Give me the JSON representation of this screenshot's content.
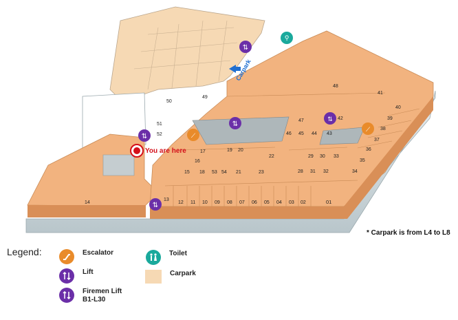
{
  "map": {
    "units": {
      "u01": "01",
      "u02": "02",
      "u03": "03",
      "u04": "04",
      "u05": "05",
      "u06": "06",
      "u07": "07",
      "u08": "08",
      "u09": "09",
      "u10": "10",
      "u11": "11",
      "u12": "12",
      "u13": "13",
      "u14": "14",
      "u15": "15",
      "u16": "16",
      "u17": "17",
      "u18": "18",
      "u19": "19",
      "u20": "20",
      "u21": "21",
      "u22": "22",
      "u23": "23",
      "u28": "28",
      "u29": "29",
      "u30": "30",
      "u31": "31",
      "u32": "32",
      "u33": "33",
      "u34": "34",
      "u35": "35",
      "u36": "36",
      "u37": "37",
      "u38": "38",
      "u39": "39",
      "u40": "40",
      "u41": "41",
      "u42": "42",
      "u43": "43",
      "u44": "44",
      "u45": "45",
      "u46": "46",
      "u47": "47",
      "u48": "48",
      "u49": "49",
      "u50": "50",
      "u51": "51",
      "u52": "52",
      "u53": "53",
      "u54": "54"
    },
    "carpark_label": "Carpark",
    "you_are_here": "You are here"
  },
  "note": "* Carpark is from L4 to L8",
  "legend": {
    "title": "Legend:",
    "escalator": "Escalator",
    "lift": "Lift",
    "firemen_lift_line1": "Firemen Lift",
    "firemen_lift_line2": "B1-L30",
    "toilet": "Toilet",
    "carpark": "Carpark"
  },
  "colors": {
    "shop": "#f2b37f",
    "shop_dark": "#d98f57",
    "carpark": "#f6d9b4",
    "escalator": "#e98b2a",
    "lift": "#6b2fa8",
    "toilet": "#1aa99c",
    "you_are_here": "#d4101a",
    "carpark_arrow": "#1f6fd1"
  },
  "icons": {
    "escalator": "escalator-icon",
    "lift": "lift-icon",
    "firemen_lift": "firemen-lift-icon",
    "toilet": "toilet-icon",
    "you_are_here": "location-marker-icon"
  }
}
